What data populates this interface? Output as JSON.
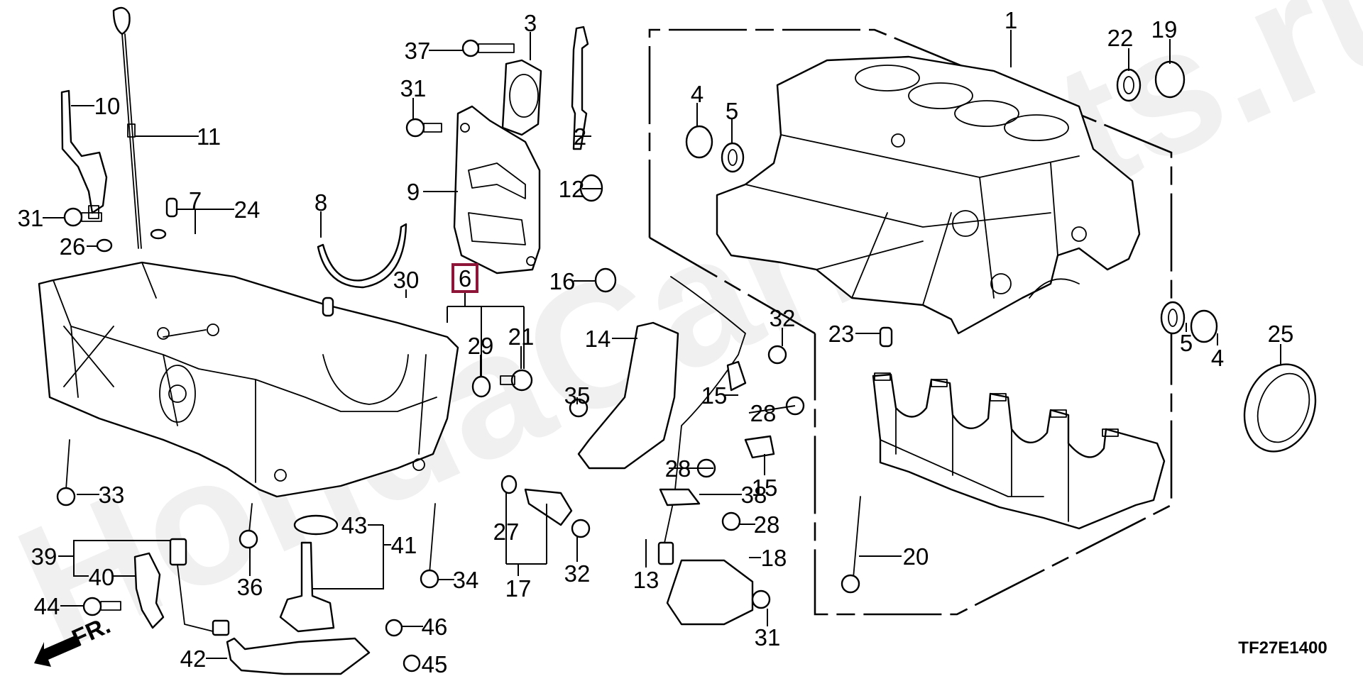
{
  "diagram": {
    "title": "Cylinder Block / Oil Pan",
    "diagram_code": "TF27E1400",
    "watermark": "HondaCarParts.ru",
    "direction_indicator": "FR.",
    "highlight_color": "#8c1538",
    "highlighted_callout": "6"
  },
  "callouts": [
    {
      "id": "c1",
      "text": "1"
    },
    {
      "id": "c2",
      "text": "2"
    },
    {
      "id": "c3",
      "text": "3"
    },
    {
      "id": "c4a",
      "text": "4"
    },
    {
      "id": "c4b",
      "text": "4"
    },
    {
      "id": "c5a",
      "text": "5"
    },
    {
      "id": "c5b",
      "text": "5"
    },
    {
      "id": "c6",
      "text": "6"
    },
    {
      "id": "c7",
      "text": "7"
    },
    {
      "id": "c8",
      "text": "8"
    },
    {
      "id": "c9",
      "text": "9"
    },
    {
      "id": "c10",
      "text": "10"
    },
    {
      "id": "c11",
      "text": "11"
    },
    {
      "id": "c12",
      "text": "12"
    },
    {
      "id": "c13",
      "text": "13"
    },
    {
      "id": "c14",
      "text": "14"
    },
    {
      "id": "c15a",
      "text": "15"
    },
    {
      "id": "c15b",
      "text": "15"
    },
    {
      "id": "c16",
      "text": "16"
    },
    {
      "id": "c17",
      "text": "17"
    },
    {
      "id": "c18",
      "text": "18"
    },
    {
      "id": "c19",
      "text": "19"
    },
    {
      "id": "c20",
      "text": "20"
    },
    {
      "id": "c21",
      "text": "21"
    },
    {
      "id": "c22",
      "text": "22"
    },
    {
      "id": "c23",
      "text": "23"
    },
    {
      "id": "c24",
      "text": "24"
    },
    {
      "id": "c25",
      "text": "25"
    },
    {
      "id": "c26",
      "text": "26"
    },
    {
      "id": "c27",
      "text": "27"
    },
    {
      "id": "c28a",
      "text": "28"
    },
    {
      "id": "c28b",
      "text": "28"
    },
    {
      "id": "c28c",
      "text": "28"
    },
    {
      "id": "c29",
      "text": "29"
    },
    {
      "id": "c30",
      "text": "30"
    },
    {
      "id": "c31a",
      "text": "31"
    },
    {
      "id": "c31b",
      "text": "31"
    },
    {
      "id": "c31c",
      "text": "31"
    },
    {
      "id": "c32a",
      "text": "32"
    },
    {
      "id": "c32b",
      "text": "32"
    },
    {
      "id": "c33",
      "text": "33"
    },
    {
      "id": "c34",
      "text": "34"
    },
    {
      "id": "c35",
      "text": "35"
    },
    {
      "id": "c36",
      "text": "36"
    },
    {
      "id": "c37",
      "text": "37"
    },
    {
      "id": "c38",
      "text": "38"
    },
    {
      "id": "c39",
      "text": "39"
    },
    {
      "id": "c40",
      "text": "40"
    },
    {
      "id": "c41",
      "text": "41"
    },
    {
      "id": "c42",
      "text": "42"
    },
    {
      "id": "c43",
      "text": "43"
    },
    {
      "id": "c44",
      "text": "44"
    },
    {
      "id": "c45",
      "text": "45"
    },
    {
      "id": "c46",
      "text": "46"
    }
  ]
}
